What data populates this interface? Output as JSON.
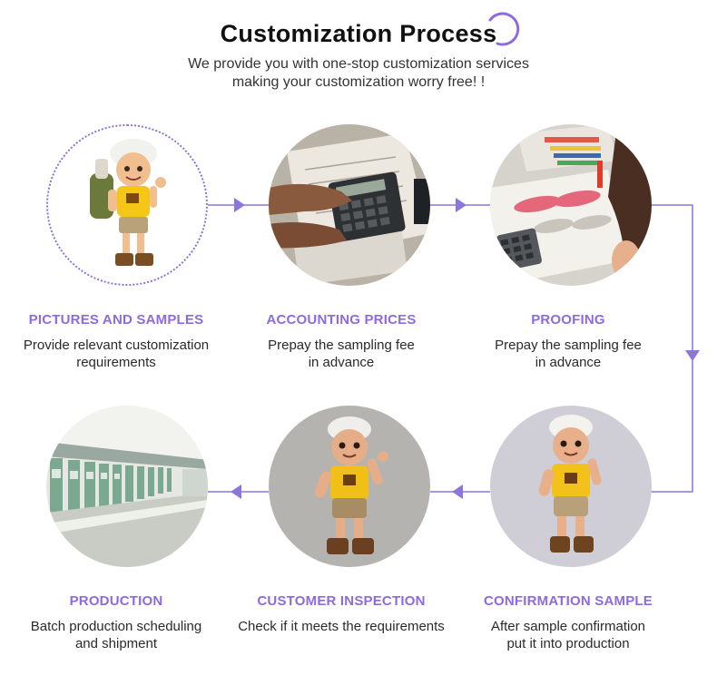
{
  "header": {
    "title": "Customization Process",
    "subtitle_line1": "We provide you with one-stop customization services",
    "subtitle_line2": "making your customization worry free!  !"
  },
  "colors": {
    "accent": "#8c6be0",
    "line": "#8e75dc",
    "text": "#2a2a2a"
  },
  "steps": [
    {
      "title": "PICTURES AND SAMPLES",
      "desc": "Provide relevant customization\nrequirements",
      "image": "cartoon-explorer-boy"
    },
    {
      "title": "ACCOUNTING PRICES",
      "desc": "Prepay the sampling fee\nin advance",
      "image": "calculator-tax-form"
    },
    {
      "title": "PROOFING",
      "desc": "Prepay the sampling fee\nin advance",
      "image": "design-sketches-desk"
    },
    {
      "title": "CONFIRMATION SAMPLE",
      "desc": "After sample confirmation\nput it into production",
      "image": "plush-doll-sample"
    },
    {
      "title": "CUSTOMER INSPECTION",
      "desc": "Check if it meets the requirements",
      "image": "plush-doll-inspection"
    },
    {
      "title": "PRODUCTION",
      "desc": "Batch production scheduling\nand shipment",
      "image": "embroidery-machines"
    }
  ]
}
